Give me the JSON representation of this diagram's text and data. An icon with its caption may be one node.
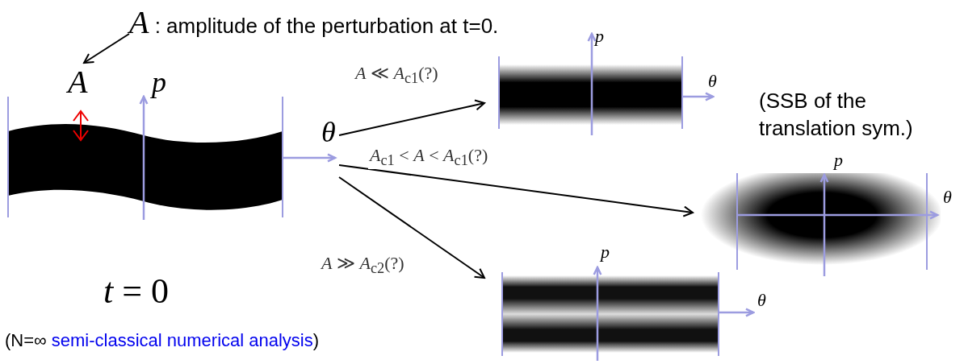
{
  "diagram": {
    "nodes": [
      {
        "text": [
          "*A* : amplitude of the perturbation at t=0."
        ]
      },
      {
        "text": [
          "*A*"
        ]
      },
      {
        "text": [],
        "shape": "picture",
        "beside": [
          "*t* = 0"
        ]
      },
      {
        "text": [],
        "shape": "picture"
      },
      {
        "text": [],
        "shape": "picture",
        "beside": [
          "(SSB of the translation sym.)"
        ]
      },
      {
        "text": [],
        "shape": "picture"
      }
    ],
    "edges": [
      {
        "from": 0,
        "to": 1,
        "arrow": "to"
      },
      {
        "from": 2,
        "to": 3,
        "arrow": "to",
        "label": "*A* ≪ *A*$_{c1}$(?)"
      },
      {
        "from": 2,
        "to": 4,
        "arrow": "to",
        "label": "*A*$_{c1}$ < *A* < *A*$_{c1}$(?)"
      },
      {
        "from": 2,
        "to": 5,
        "arrow": "to",
        "label": "*A* ≫ *A*$_{c2}$(?)"
      }
    ],
    "labels": [
      "*p*",
      "*θ*",
      "*p*",
      "*θ*",
      "*p*",
      "*θ*",
      "*p*",
      "*θ*",
      "(N=∞",
      "semi-classical numerical analysis",
      ")"
    ]
  }
}
